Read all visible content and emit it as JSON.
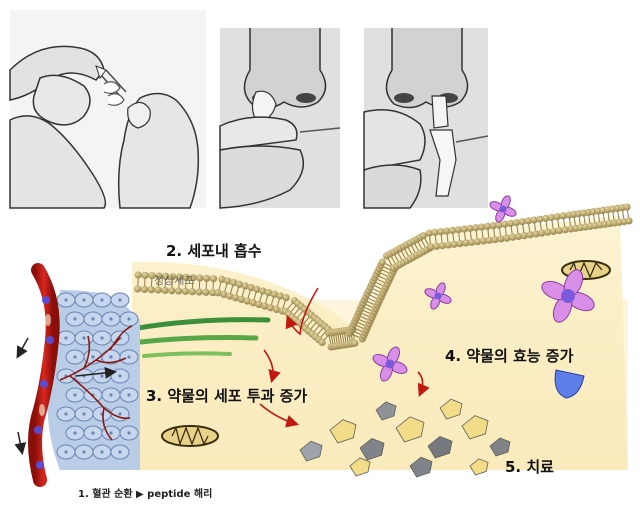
{
  "labels": {
    "step1": "1. 혈관 순환 ▶ peptide 해리",
    "step2": "2. 세포내 흡수",
    "step2_sub": "정상세포",
    "step3": "3. 약물의 세포 투과 증가",
    "step4": "4. 약물의 효능 증가",
    "step5": "5. 치료"
  },
  "colors": {
    "cell_background": "#fbefc4",
    "membrane_head": "#b8a468",
    "blood_vessel": "#c8201a",
    "cell_cluster": "#b9cde6",
    "drug_particle": "#d98ee8",
    "debris_gray": "#7a7f87",
    "debris_yellow": "#f2dc86",
    "arrow_red": "#c0180f"
  },
  "icons": {
    "hand_panels": [
      "hand-peeling-strip-icon",
      "nose-insert-icon",
      "nose-inserted-icon"
    ]
  }
}
